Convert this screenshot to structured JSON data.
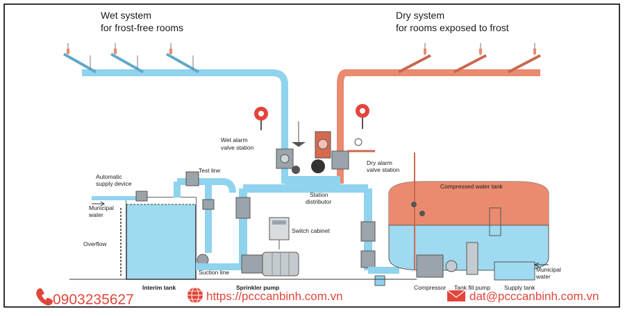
{
  "wet_system": {
    "line1": "Wet system",
    "line2": "for frost-free rooms"
  },
  "dry_system": {
    "line1": "Dry system",
    "line2": "for rooms exposed to frost"
  },
  "labels": {
    "wet_alarm": [
      "Wet alarm",
      "valve station"
    ],
    "dry_alarm": [
      "Dry alarm",
      "valve station"
    ],
    "test_line": "Test line",
    "automatic_supply": [
      "Automatic",
      "supply device"
    ],
    "municipal_water_left": [
      "Municipal",
      "water"
    ],
    "overflow": "Overflow",
    "station_distributor": [
      "Station",
      "distributor"
    ],
    "switch_cabinet": "Switch cabinet",
    "compressed_water_tank": "Compressed water tank",
    "suction_line": "Suction line",
    "interim_tank": "Interim tank",
    "sprinkler_pump": "Sprinkler pump",
    "compressor": "Compressor",
    "tank_fill_pump": "Tank fill pump",
    "supply_tank": "Supply tank",
    "municipal_water_right": [
      "Municipal",
      "water"
    ]
  },
  "footer": {
    "phone": "0903235627",
    "website": "https://pcccanbinh.com.vn",
    "email": "dat@pcccanbinh.com.vn"
  },
  "colors": {
    "wet_pipe": "#8fd3ee",
    "dry_pipe": "#ea8a6e",
    "water": "#9fdaf0",
    "air": "#ea8b70",
    "accent": "#e2453a"
  }
}
